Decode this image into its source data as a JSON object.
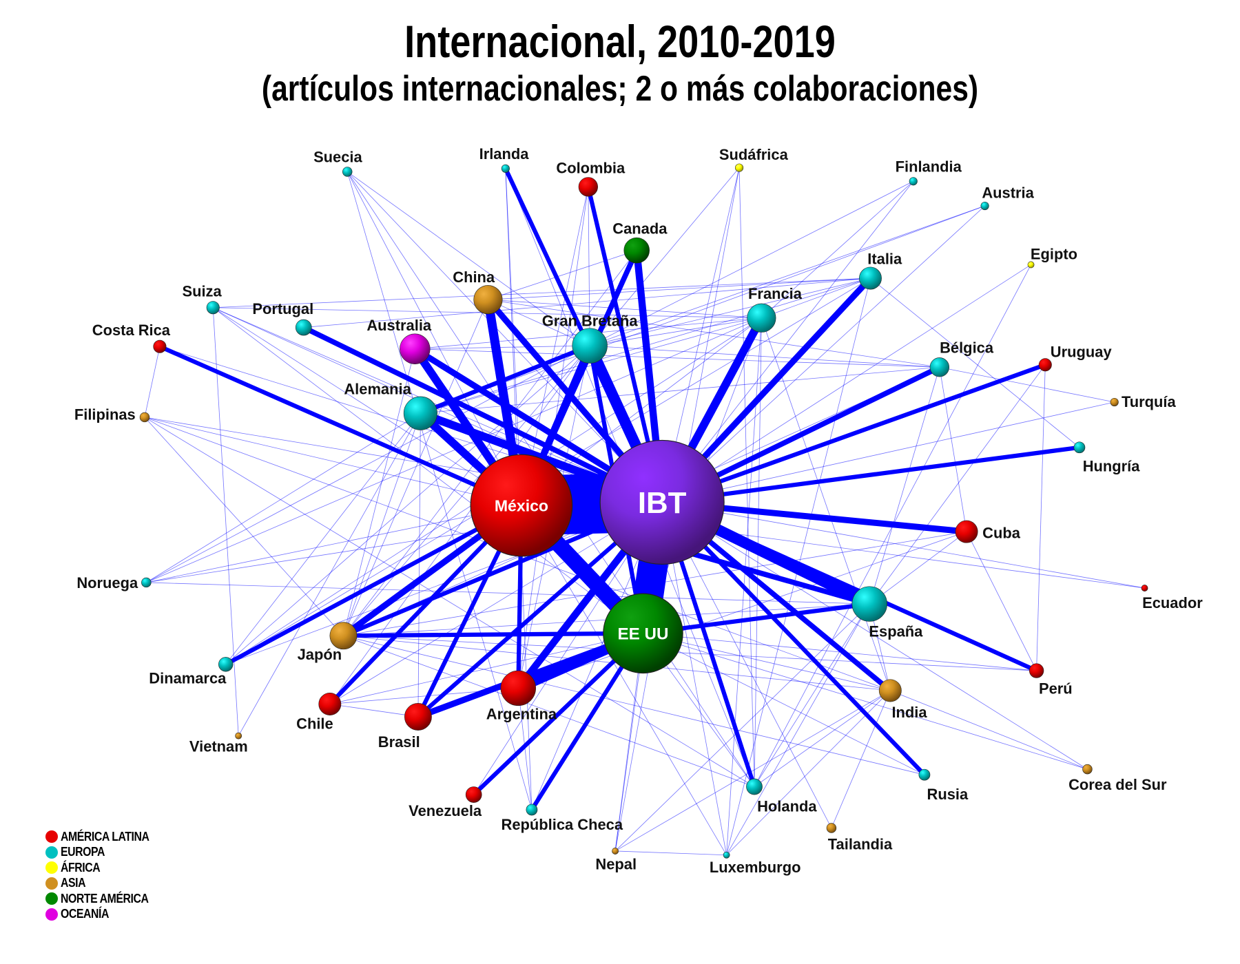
{
  "title": {
    "line1": "Internacional, 2010-2019",
    "line2": "(artículos internacionales; 2 o más colaboraciones)"
  },
  "colors": {
    "edge": "#0000ff",
    "america_latina": "#e60000",
    "europa": "#00c0c0",
    "africa": "#ffff00",
    "asia": "#d09020",
    "norte_america": "#008800",
    "oceania": "#e000e0",
    "ibt": "#7a2be0"
  },
  "legend": [
    {
      "label": "AMÉRICA LATINA",
      "region": "america_latina"
    },
    {
      "label": "EUROPA",
      "region": "europa"
    },
    {
      "label": "ÁFRICA",
      "region": "africa"
    },
    {
      "label": "ASIA",
      "region": "asia"
    },
    {
      "label": "NORTE AMÉRICA",
      "region": "norte_america"
    },
    {
      "label": "OCEANÍA",
      "region": "oceania"
    }
  ],
  "chart_data": {
    "type": "network",
    "title": "Internacional, 2010-2019",
    "subtitle": "(artículos internacionales; 2 o más colaboraciones)",
    "nodes": [
      {
        "id": "IBT",
        "label": "IBT",
        "region": "ibt"
      },
      {
        "id": "MX",
        "label": "México",
        "region": "america_latina"
      },
      {
        "id": "US",
        "label": "EE UU",
        "region": "norte_america"
      },
      {
        "id": "AR",
        "label": "Argentina",
        "region": "america_latina"
      },
      {
        "id": "BR",
        "label": "Brasil",
        "region": "america_latina"
      },
      {
        "id": "CL",
        "label": "Chile",
        "region": "america_latina"
      },
      {
        "id": "VE",
        "label": "Venezuela",
        "region": "america_latina"
      },
      {
        "id": "CO",
        "label": "Colombia",
        "region": "america_latina"
      },
      {
        "id": "CR",
        "label": "Costa Rica",
        "region": "america_latina"
      },
      {
        "id": "CU",
        "label": "Cuba",
        "region": "america_latina"
      },
      {
        "id": "UY",
        "label": "Uruguay",
        "region": "america_latina"
      },
      {
        "id": "PE",
        "label": "Perú",
        "region": "america_latina"
      },
      {
        "id": "EC",
        "label": "Ecuador",
        "region": "america_latina"
      },
      {
        "id": "CA",
        "label": "Canada",
        "region": "norte_america"
      },
      {
        "id": "CN",
        "label": "China",
        "region": "asia"
      },
      {
        "id": "JP",
        "label": "Japón",
        "region": "asia"
      },
      {
        "id": "IN",
        "label": "India",
        "region": "asia"
      },
      {
        "id": "PH",
        "label": "Filipinas",
        "region": "asia"
      },
      {
        "id": "VN",
        "label": "Vietnam",
        "region": "asia"
      },
      {
        "id": "NP",
        "label": "Nepal",
        "region": "asia"
      },
      {
        "id": "TH",
        "label": "Tailandia",
        "region": "asia"
      },
      {
        "id": "KR",
        "label": "Corea del Sur",
        "region": "asia"
      },
      {
        "id": "TR",
        "label": "Turquía",
        "region": "asia"
      },
      {
        "id": "EG",
        "label": "Egipto",
        "region": "africa"
      },
      {
        "id": "ZA",
        "label": "Sudáfrica",
        "region": "africa"
      },
      {
        "id": "AU",
        "label": "Australia",
        "region": "oceania"
      },
      {
        "id": "SE",
        "label": "Suecia",
        "region": "europa"
      },
      {
        "id": "IE",
        "label": "Irlanda",
        "region": "europa"
      },
      {
        "id": "FI",
        "label": "Finlandia",
        "region": "europa"
      },
      {
        "id": "AT",
        "label": "Austria",
        "region": "europa"
      },
      {
        "id": "CH",
        "label": "Suiza",
        "region": "europa"
      },
      {
        "id": "PT",
        "label": "Portugal",
        "region": "europa"
      },
      {
        "id": "GB",
        "label": "Gran Bretaña",
        "region": "europa"
      },
      {
        "id": "FR",
        "label": "Francia",
        "region": "europa"
      },
      {
        "id": "IT",
        "label": "Italia",
        "region": "europa"
      },
      {
        "id": "BE",
        "label": "Bélgica",
        "region": "europa"
      },
      {
        "id": "HU",
        "label": "Hungría",
        "region": "europa"
      },
      {
        "id": "DE",
        "label": "Alemania",
        "region": "europa"
      },
      {
        "id": "ES",
        "label": "España",
        "region": "europa"
      },
      {
        "id": "NO",
        "label": "Noruega",
        "region": "europa"
      },
      {
        "id": "DK",
        "label": "Dinamarca",
        "region": "europa"
      },
      {
        "id": "NL",
        "label": "Holanda",
        "region": "europa"
      },
      {
        "id": "RU",
        "label": "Rusia",
        "region": "europa"
      },
      {
        "id": "CZ",
        "label": "República Checa",
        "region": "europa"
      },
      {
        "id": "LU",
        "label": "Luxemburgo",
        "region": "europa"
      }
    ],
    "edges": [
      [
        "IBT",
        "MX",
        60
      ],
      [
        "IBT",
        "US",
        30
      ],
      [
        "MX",
        "US",
        14
      ],
      [
        "US",
        "AR",
        8
      ],
      [
        "IBT",
        "AR",
        5
      ],
      [
        "IBT",
        "GB",
        9
      ],
      [
        "MX",
        "GB",
        4
      ],
      [
        "MX",
        "CN",
        7
      ],
      [
        "IBT",
        "CN",
        4
      ],
      [
        "MX",
        "AU",
        6
      ],
      [
        "IBT",
        "AU",
        4
      ],
      [
        "IBT",
        "DE",
        6
      ],
      [
        "MX",
        "DE",
        6
      ],
      [
        "IBT",
        "ES",
        9
      ],
      [
        "MX",
        "ES",
        3
      ],
      [
        "IBT",
        "CU",
        4
      ],
      [
        "IBT",
        "FR",
        6
      ],
      [
        "IBT",
        "CA",
        5
      ],
      [
        "MX",
        "CA",
        3
      ],
      [
        "IBT",
        "IT",
        4
      ],
      [
        "IBT",
        "BE",
        3
      ],
      [
        "IBT",
        "UY",
        2
      ],
      [
        "IBT",
        "HU",
        2
      ],
      [
        "IBT",
        "PE",
        2
      ],
      [
        "IBT",
        "IN",
        3
      ],
      [
        "IBT",
        "NL",
        2
      ],
      [
        "IBT",
        "RU",
        2
      ],
      [
        "US",
        "BR",
        4
      ],
      [
        "MX",
        "BR",
        2
      ],
      [
        "MX",
        "JP",
        4
      ],
      [
        "US",
        "JP",
        2
      ],
      [
        "MX",
        "CL",
        2
      ],
      [
        "IBT",
        "CO",
        2
      ],
      [
        "MX",
        "CO",
        1
      ],
      [
        "US",
        "VE",
        2
      ],
      [
        "MX",
        "AR",
        2
      ],
      [
        "IBT",
        "PT",
        3
      ],
      [
        "MX",
        "CR",
        2
      ],
      [
        "IBT",
        "CR",
        1
      ],
      [
        "US",
        "ES",
        2
      ],
      [
        "US",
        "CZ",
        2
      ],
      [
        "MX",
        "DK",
        2
      ],
      [
        "GB",
        "AU",
        1
      ],
      [
        "GB",
        "DE",
        2
      ],
      [
        "GB",
        "FR",
        1
      ],
      [
        "GB",
        "CN",
        1
      ],
      [
        "FR",
        "IT",
        1
      ],
      [
        "CU",
        "PE",
        1
      ],
      [
        "CU",
        "BE",
        1
      ],
      [
        "ES",
        "IN",
        1
      ],
      [
        "US",
        "IN",
        1
      ],
      [
        "IBT",
        "EC",
        1
      ],
      [
        "MX",
        "EC",
        1
      ],
      [
        "IBT",
        "TR",
        1
      ],
      [
        "IBT",
        "EG",
        1
      ],
      [
        "IBT",
        "ZA",
        1
      ],
      [
        "IBT",
        "FI",
        1
      ],
      [
        "IBT",
        "AT",
        1
      ],
      [
        "IBT",
        "SE",
        1
      ],
      [
        "IBT",
        "IE",
        2
      ],
      [
        "MX",
        "IE",
        1
      ],
      [
        "MX",
        "SE",
        1
      ],
      [
        "IBT",
        "CH",
        1
      ],
      [
        "MX",
        "CH",
        1
      ],
      [
        "IBT",
        "PH",
        1
      ],
      [
        "MX",
        "PH",
        1
      ],
      [
        "IBT",
        "NO",
        1
      ],
      [
        "MX",
        "NO",
        1
      ],
      [
        "IBT",
        "DK",
        1
      ],
      [
        "IBT",
        "JP",
        2
      ],
      [
        "IBT",
        "CL",
        1
      ],
      [
        "IBT",
        "BR",
        2
      ],
      [
        "IBT",
        "VE",
        1
      ],
      [
        "IBT",
        "CZ",
        1
      ],
      [
        "IBT",
        "LU",
        1
      ],
      [
        "MX",
        "LU",
        1
      ],
      [
        "IBT",
        "NP",
        1
      ],
      [
        "US",
        "NP",
        1
      ],
      [
        "IBT",
        "TH",
        1
      ],
      [
        "IBT",
        "KR",
        1
      ],
      [
        "US",
        "KR",
        1
      ],
      [
        "US",
        "NL",
        1
      ],
      [
        "US",
        "RU",
        1
      ],
      [
        "US",
        "PE",
        1
      ],
      [
        "US",
        "CL",
        1
      ],
      [
        "US",
        "CH",
        1
      ],
      [
        "US",
        "FR",
        1
      ],
      [
        "US",
        "GB",
        2
      ],
      [
        "US",
        "DE",
        1
      ],
      [
        "CN",
        "IT",
        1
      ],
      [
        "CN",
        "FR",
        1
      ],
      [
        "CN",
        "BE",
        1
      ],
      [
        "CN",
        "CA",
        1
      ],
      [
        "PT",
        "IT",
        1
      ],
      [
        "CH",
        "IT",
        1
      ],
      [
        "CH",
        "ES",
        1
      ],
      [
        "CH",
        "FR",
        1
      ],
      [
        "AU",
        "FR",
        1
      ],
      [
        "AU",
        "BE",
        1
      ],
      [
        "DE",
        "IT",
        1
      ],
      [
        "DE",
        "BE",
        1
      ],
      [
        "DE",
        "FR",
        1
      ],
      [
        "DE",
        "JP",
        1
      ],
      [
        "JP",
        "IN",
        1
      ],
      [
        "JP",
        "NL",
        1
      ],
      [
        "JP",
        "RU",
        1
      ],
      [
        "JP",
        "ES",
        1
      ],
      [
        "JP",
        "PE",
        1
      ],
      [
        "JP",
        "GB",
        1
      ],
      [
        "JP",
        "CN",
        1
      ],
      [
        "JP",
        "CA",
        1
      ],
      [
        "JP",
        "AU",
        1
      ],
      [
        "NO",
        "GB",
        1
      ],
      [
        "NO",
        "DE",
        1
      ],
      [
        "NO",
        "ES",
        1
      ],
      [
        "NO",
        "FR",
        1
      ],
      [
        "DK",
        "GB",
        1
      ],
      [
        "DK",
        "DE",
        1
      ],
      [
        "DK",
        "FR",
        1
      ],
      [
        "DK",
        "IT",
        1
      ],
      [
        "PH",
        "IN",
        1
      ],
      [
        "PH",
        "JP",
        1
      ],
      [
        "PH",
        "NL",
        1
      ],
      [
        "SE",
        "NL",
        1
      ],
      [
        "SE",
        "GB",
        1
      ],
      [
        "SE",
        "CZ",
        1
      ],
      [
        "IE",
        "GB",
        1
      ],
      [
        "IE",
        "NL",
        1
      ],
      [
        "IE",
        "CZ",
        1
      ],
      [
        "FI",
        "FR",
        1
      ],
      [
        "FI",
        "GB",
        1
      ],
      [
        "AT",
        "GB",
        1
      ],
      [
        "AT",
        "DE",
        1
      ],
      [
        "ZA",
        "GB",
        1
      ],
      [
        "ZA",
        "NL",
        1
      ],
      [
        "ZA",
        "NP",
        1
      ],
      [
        "EG",
        "NL",
        1
      ],
      [
        "IT",
        "HU",
        1
      ],
      [
        "IT",
        "LU",
        1
      ],
      [
        "FR",
        "NL",
        1
      ],
      [
        "FR",
        "LU",
        1
      ],
      [
        "FR",
        "IN",
        1
      ],
      [
        "BE",
        "TR",
        1
      ],
      [
        "BE",
        "ES",
        1
      ],
      [
        "ES",
        "LU",
        1
      ],
      [
        "ES",
        "NL",
        1
      ],
      [
        "ES",
        "NP",
        1
      ],
      [
        "IN",
        "NP",
        1
      ],
      [
        "IN",
        "LU",
        1
      ],
      [
        "IN",
        "TH",
        1
      ],
      [
        "IN",
        "KR",
        1
      ],
      [
        "IN",
        "NL",
        1
      ],
      [
        "CU",
        "ES",
        1
      ],
      [
        "CU",
        "AR",
        1
      ],
      [
        "CU",
        "JP",
        1
      ],
      [
        "CL",
        "BR",
        1
      ],
      [
        "CL",
        "AR",
        1
      ],
      [
        "CL",
        "GB",
        1
      ],
      [
        "AR",
        "GB",
        1
      ],
      [
        "BR",
        "DE",
        1
      ],
      [
        "CR",
        "PH",
        1
      ],
      [
        "VN",
        "CH",
        1
      ],
      [
        "VN",
        "DE",
        1
      ],
      [
        "CO",
        "AR",
        1
      ],
      [
        "CO",
        "GB",
        1
      ],
      [
        "GB",
        "BE",
        1
      ],
      [
        "GB",
        "IT",
        1
      ],
      [
        "UY",
        "PE",
        1
      ],
      [
        "UY",
        "ES",
        1
      ],
      [
        "NP",
        "LU",
        1
      ],
      [
        "CZ",
        "AR",
        1
      ],
      [
        "JP",
        "FR",
        1
      ],
      [
        "JP",
        "BE",
        1
      ]
    ]
  }
}
